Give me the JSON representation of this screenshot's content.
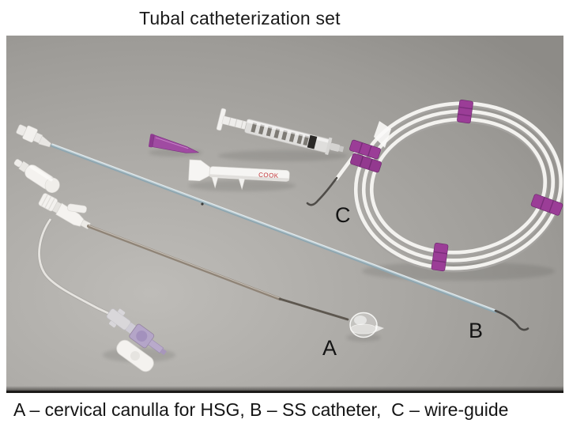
{
  "slide": {
    "title": "Tubal catheterization set",
    "caption": "A – cervical canulla for HSG, B – SS catheter,  C – wire-guide"
  },
  "photo": {
    "labels": {
      "a": "A",
      "b": "B",
      "c": "C"
    },
    "brand": "COOK",
    "objects": [
      {
        "label": "A",
        "name": "cervical cannula for HSG with clear acorn tip, side tubing and stopcock"
      },
      {
        "label": "B",
        "name": "SS catheter, long blue shaft with curved dark tip"
      },
      {
        "label": "C",
        "name": "wire-guide coiled in three loops held by purple clips"
      },
      {
        "name": "syringe with plunger"
      },
      {
        "name": "small purple dilator tip"
      },
      {
        "name": "white cannula handle with COOK branding"
      }
    ],
    "colors": {
      "background_gray": "#a9a7a3",
      "clip_purple": "#9b3d97",
      "catheter_blue": "#b7c9cf",
      "shaft_taupe": "#9a9186",
      "brand_red": "#c4363a",
      "label_black": "#141414"
    }
  }
}
